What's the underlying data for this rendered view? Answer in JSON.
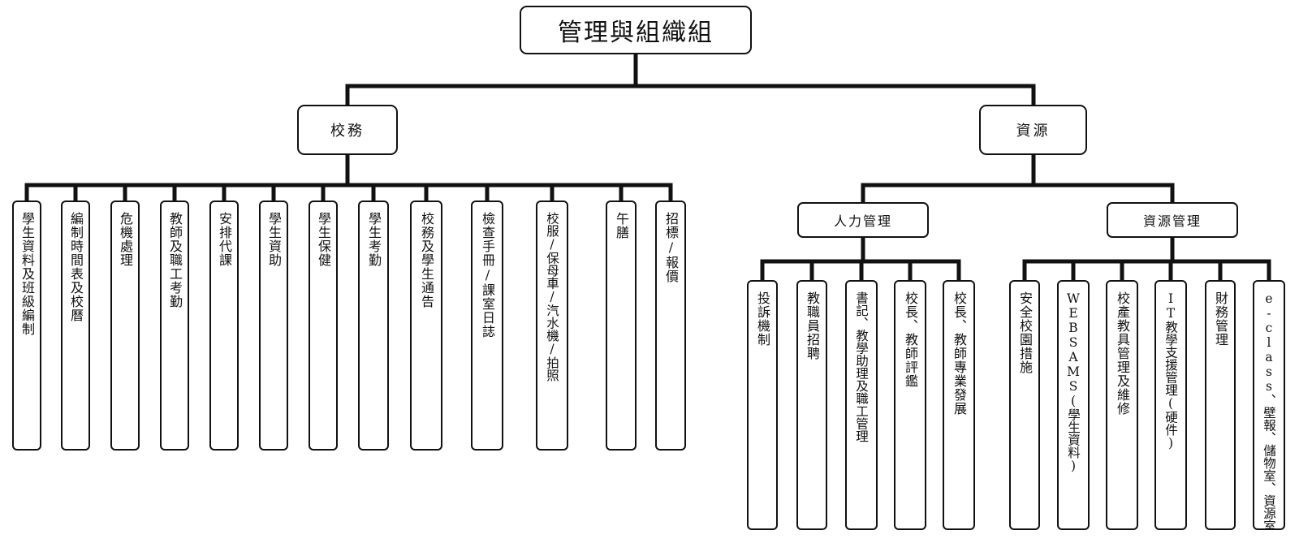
{
  "root": {
    "label": "管理與組織組"
  },
  "branches": {
    "school_affairs": {
      "label": "校務",
      "items": [
        "學生資料及班級編制",
        "編制時間表及校曆",
        "危機處理",
        "教師及職工考勤",
        "安排代課",
        "學生資助",
        "學生保健",
        "學生考勤",
        "校務及學生通告",
        "檢查手冊/課室日誌",
        "校服/保母車/汽水機/拍照",
        "午膳",
        "招標/報價"
      ]
    },
    "resources": {
      "label": "資源",
      "hr": {
        "label": "人力管理",
        "items": [
          "投訴機制",
          "教職員招聘",
          "書記、教學助理及職工管理",
          "校長、教師評鑑",
          "校長、教師專業發展"
        ]
      },
      "resource_mgmt": {
        "label": "資源管理",
        "items": [
          "安全校園措施",
          "WEBSAMS(學生資料)",
          "校產教具管理及維修",
          "IT教學支援管理(硬件)",
          "財務管理",
          "e-class、壁報、儲物室、資源室"
        ]
      }
    }
  }
}
